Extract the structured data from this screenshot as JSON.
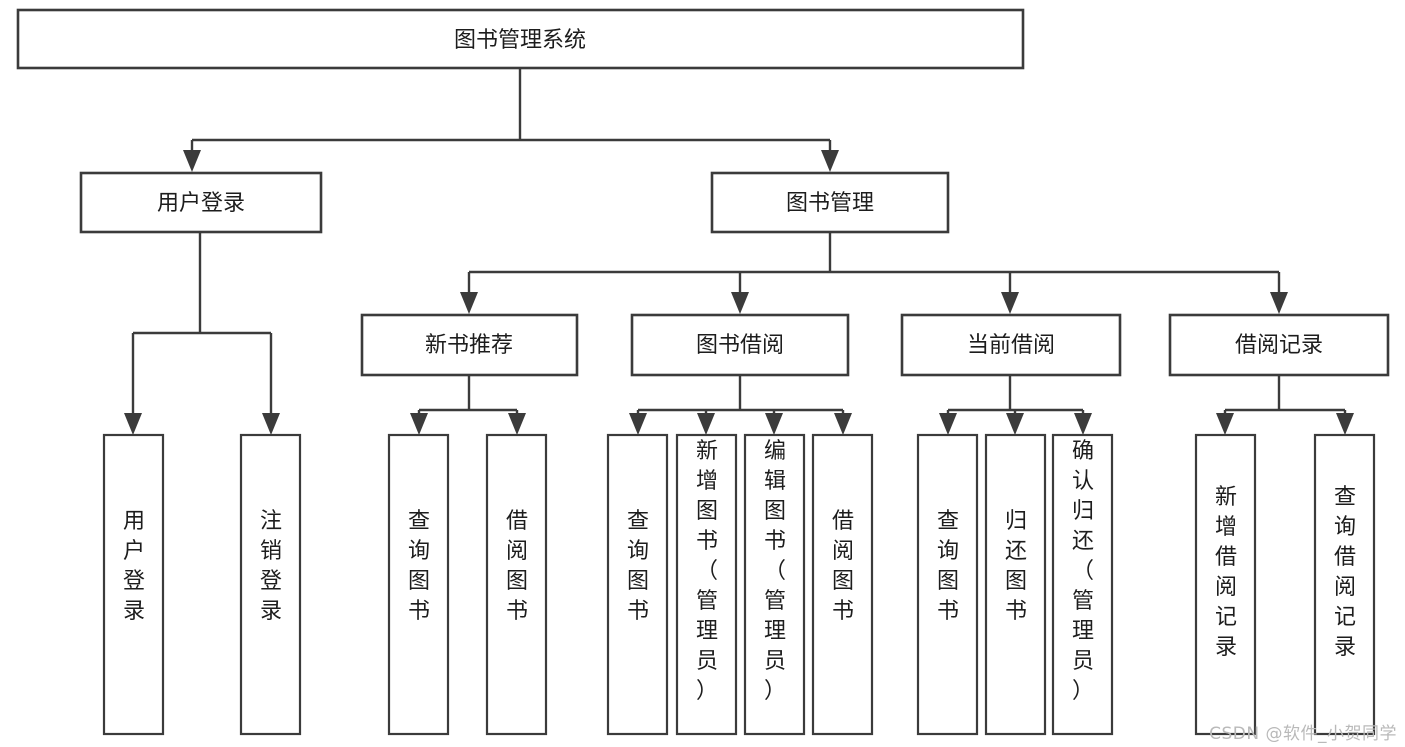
{
  "diagram": {
    "type": "tree",
    "title": "图书管理系统",
    "root": {
      "id": "root",
      "label": "图书管理系统"
    },
    "level2": [
      {
        "id": "user-login",
        "label": "用户登录"
      },
      {
        "id": "book-manage",
        "label": "图书管理"
      }
    ],
    "level3": [
      {
        "id": "new-book-rec",
        "label": "新书推荐",
        "parent": "book-manage"
      },
      {
        "id": "book-borrow",
        "label": "图书借阅",
        "parent": "book-manage"
      },
      {
        "id": "current-borrow",
        "label": "当前借阅",
        "parent": "book-manage"
      },
      {
        "id": "borrow-record",
        "label": "借阅记录",
        "parent": "book-manage"
      }
    ],
    "leaves": [
      {
        "id": "leaf-user-login",
        "label": "用户登录",
        "parent": "user-login"
      },
      {
        "id": "leaf-logout-login",
        "label": "注销登录",
        "parent": "user-login"
      },
      {
        "id": "leaf-query-book-1",
        "label": "查询图书",
        "parent": "new-book-rec"
      },
      {
        "id": "leaf-borrow-book-1",
        "label": "借阅图书",
        "parent": "new-book-rec"
      },
      {
        "id": "leaf-query-book-2",
        "label": "查询图书",
        "parent": "book-borrow"
      },
      {
        "id": "leaf-add-book",
        "label": "新增图书（管理员）",
        "parent": "book-borrow"
      },
      {
        "id": "leaf-edit-book",
        "label": "编辑图书（管理员）",
        "parent": "book-borrow"
      },
      {
        "id": "leaf-borrow-book-2",
        "label": "借阅图书",
        "parent": "book-borrow"
      },
      {
        "id": "leaf-query-book-3",
        "label": "查询图书",
        "parent": "current-borrow"
      },
      {
        "id": "leaf-return-book",
        "label": "归还图书",
        "parent": "current-borrow"
      },
      {
        "id": "leaf-confirm-return",
        "label": "确认归还（管理员）",
        "parent": "current-borrow"
      },
      {
        "id": "leaf-add-record",
        "label": "新增借阅记录",
        "parent": "borrow-record"
      },
      {
        "id": "leaf-query-record",
        "label": "查询借阅记录",
        "parent": "borrow-record"
      }
    ],
    "colors": {
      "stroke": "#3b3b3b",
      "fill": "#ffffff",
      "text": "#1d1d1d",
      "watermark": "#b9b9b9"
    }
  },
  "watermark": {
    "text": "CSDN @软件_小贺同学"
  }
}
